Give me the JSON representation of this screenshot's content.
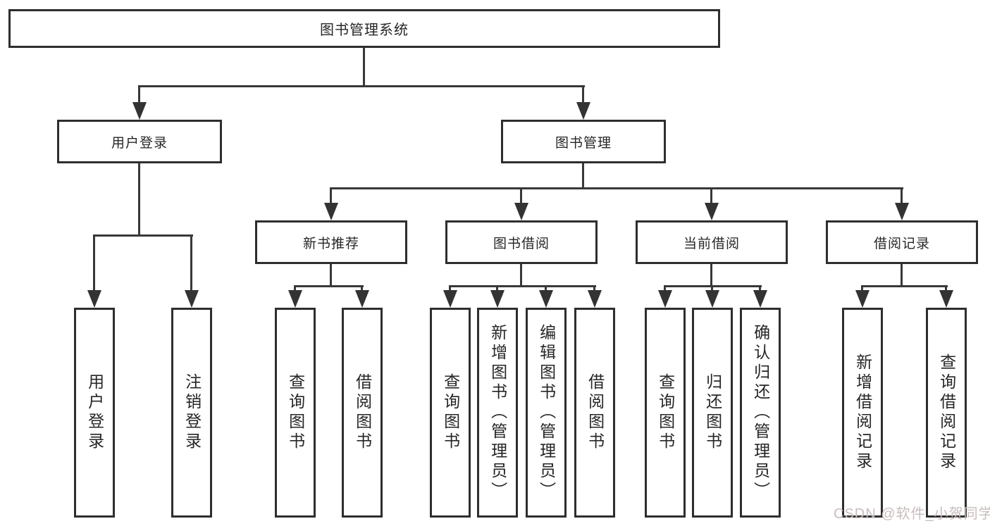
{
  "diagram_title": "图书管理系统",
  "colors": {
    "background": "#ffffff",
    "box_border": "#2e2e2e",
    "line": "#383838",
    "text": "#262626",
    "watermark": "#c9bcbc"
  },
  "watermark": {
    "text": "CSDN @软件_小贺同学"
  },
  "tree": {
    "root": {
      "label": "图书管理系统"
    },
    "branches": [
      {
        "label": "用户登录",
        "children": [
          {
            "label": "用户登录"
          },
          {
            "label": "注销登录"
          }
        ]
      },
      {
        "label": "图书管理",
        "children": [
          {
            "label": "新书推荐",
            "children": [
              {
                "label": "查询图书"
              },
              {
                "label": "借阅图书"
              }
            ]
          },
          {
            "label": "图书借阅",
            "children": [
              {
                "label": "查询图书"
              },
              {
                "label": "新增图书（管理员）"
              },
              {
                "label": "编辑图书（管理员）"
              },
              {
                "label": "借阅图书"
              }
            ]
          },
          {
            "label": "当前借阅",
            "children": [
              {
                "label": "查询图书"
              },
              {
                "label": "归还图书"
              },
              {
                "label": "确认归还（管理员）"
              }
            ]
          },
          {
            "label": "借阅记录",
            "children": [
              {
                "label": "新增借阅记录"
              },
              {
                "label": "查询借阅记录"
              }
            ]
          }
        ]
      }
    ]
  }
}
